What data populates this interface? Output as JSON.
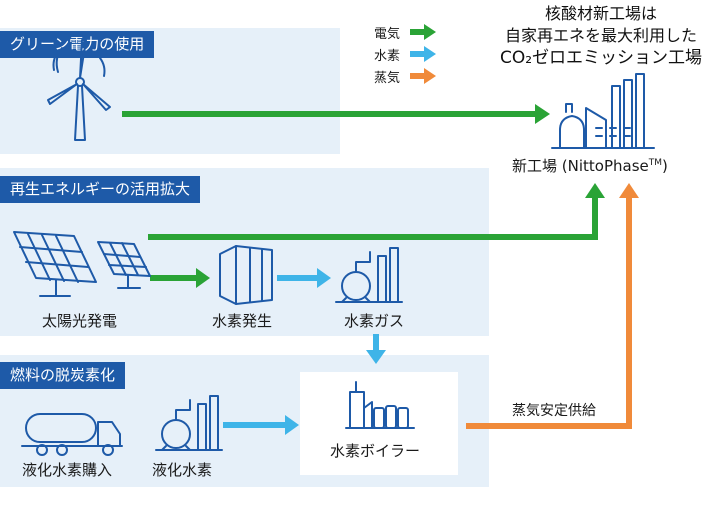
{
  "title": {
    "line1": "核酸材新工場は",
    "line2": "自家再エネを最大利用した",
    "line3": "CO₂ゼロエミッション工場"
  },
  "legend": [
    {
      "label": "電気",
      "color": "#2aa336"
    },
    {
      "label": "水素",
      "color": "#3eb4e8"
    },
    {
      "label": "蒸気",
      "color": "#f08a3a"
    }
  ],
  "sections": {
    "green_power": "グリーン電力の使用",
    "renewable": "再生エネルギーの活用拡大",
    "fuel": "燃料の脱炭素化"
  },
  "nodes": {
    "factory": "新工場 (NittoPhase",
    "factory_tm": "TM",
    "factory_close": ")",
    "solar": "太陽光発電",
    "h2_production": "水素発生",
    "h2_gas": "水素ガス",
    "lh2_purchase": "液化水素購入",
    "lh2": "液化水素",
    "boiler": "水素ボイラー"
  },
  "edge_labels": {
    "steam_supply": "蒸気安定供給"
  }
}
